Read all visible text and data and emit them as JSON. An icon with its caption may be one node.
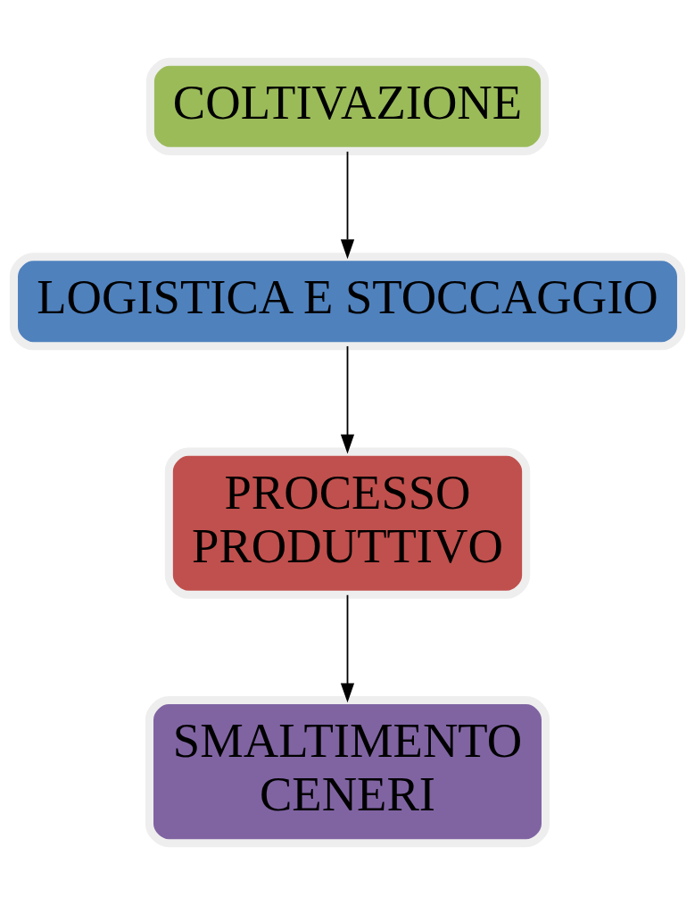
{
  "diagram": {
    "nodes": [
      {
        "text": [
          "COLTIVAZIONE"
        ]
      },
      {
        "text": [
          "LOGISTICA E STOCCAGGIO"
        ]
      },
      {
        "text": [
          "PROCESSO PRODUTTIVO"
        ]
      },
      {
        "text": [
          "SMALTIMENTO CENERI"
        ]
      }
    ],
    "edges": [
      {
        "from": 0,
        "to": 1,
        "arrow": "to"
      },
      {
        "from": 1,
        "to": 2,
        "arrow": "to"
      },
      {
        "from": 2,
        "to": 3,
        "arrow": "to"
      }
    ]
  }
}
